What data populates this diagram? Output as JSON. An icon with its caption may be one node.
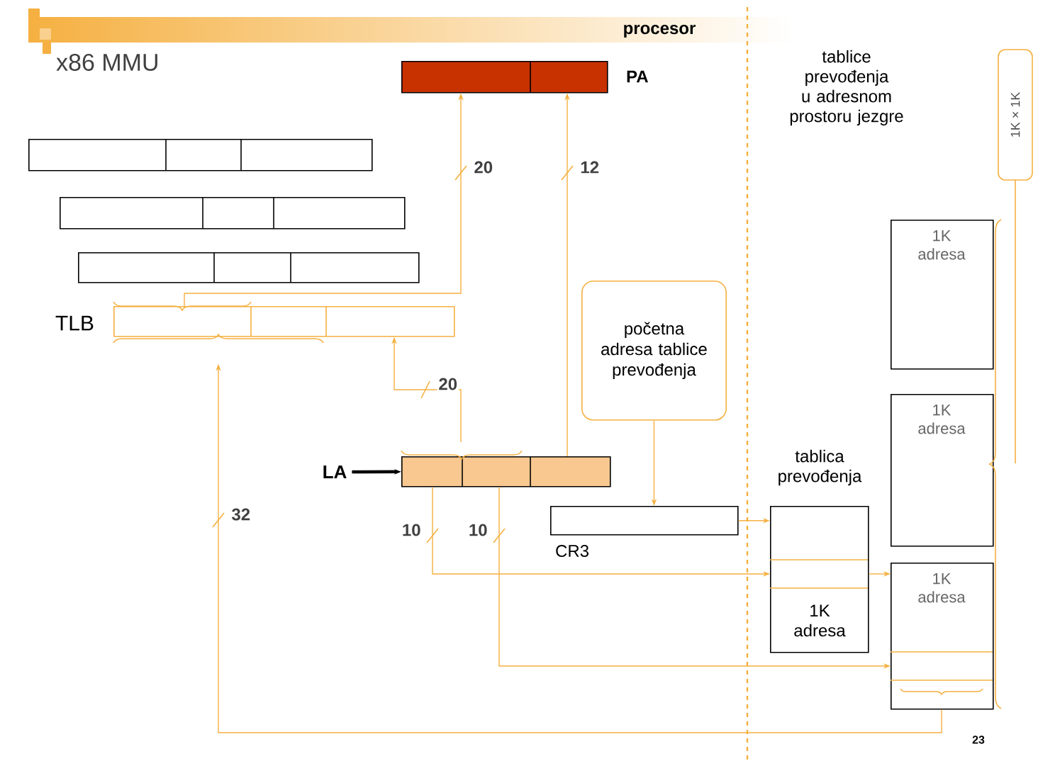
{
  "diagram": {
    "title": "x86 MMU",
    "nodes": [
      {
        "text": [],
        "shape": "bar",
        "beside": [
          "PA"
        ]
      },
      {
        "text": [],
        "shape": "bar"
      },
      {
        "text": [],
        "shape": "bar"
      },
      {
        "text": [],
        "shape": "bar"
      },
      {
        "text": [],
        "shape": "bar",
        "beside": [
          "TLB"
        ]
      },
      {
        "text": [
          "LA"
        ]
      },
      {
        "text": [],
        "shape": "bar"
      },
      {
        "text": [
          "početna adresa tablice prevođenja"
        ]
      },
      {
        "text": [],
        "shape": "bar",
        "beside": [
          "CR3"
        ]
      },
      {
        "text": [
          "tablica prevođenja",
          "1K adresa"
        ]
      },
      {
        "text": [
          "1K adresa"
        ]
      },
      {
        "text": [
          "1K adresa"
        ]
      },
      {
        "text": [
          "1K adresa"
        ]
      },
      {
        "text": [
          "1K × 1K"
        ]
      }
    ],
    "edges": [
      {
        "from": 4,
        "to": 0,
        "arrow": "to",
        "label": "20"
      },
      {
        "from": 6,
        "to": 0,
        "arrow": "to",
        "label": "12"
      },
      {
        "from": 6,
        "to": 4,
        "arrow": "to",
        "label": "20"
      },
      {
        "from": 5,
        "to": 6,
        "arrow": "to",
        "color": "#000000",
        "style": "thick"
      },
      {
        "from": 7,
        "to": 8,
        "arrow": "to"
      },
      {
        "from": 8,
        "to": 9,
        "arrow": "to"
      },
      {
        "from": 6,
        "to": 9,
        "arrow": "to",
        "label": "10"
      },
      {
        "from": 6,
        "to": 12,
        "arrow": "to",
        "label": "10"
      },
      {
        "from": 9,
        "to": 12,
        "arrow": "to"
      },
      {
        "from": 12,
        "to": 4,
        "arrow": "to",
        "label": "32"
      }
    ],
    "labels": [
      "procesor",
      "tablice prevođenja u adresnom prostoru jezgre",
      "23"
    ]
  }
}
